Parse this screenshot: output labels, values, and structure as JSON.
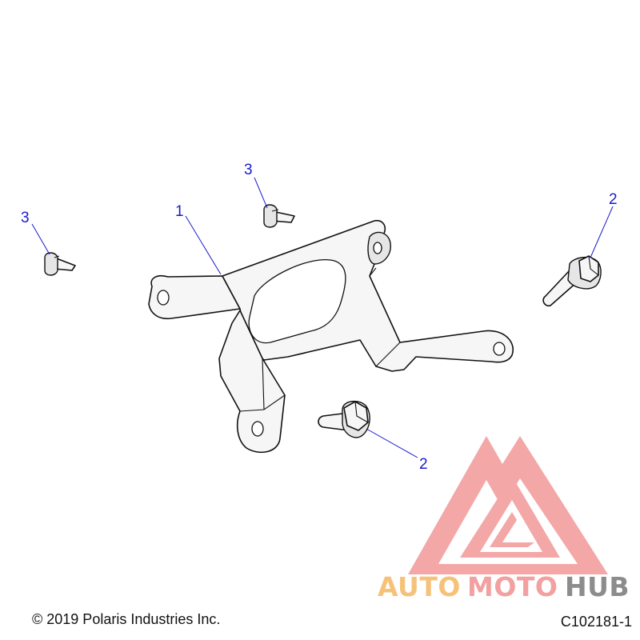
{
  "callouts": {
    "bracket": "1",
    "bolt_right": "2",
    "bolt_lower": "2",
    "screw_top": "3",
    "screw_left": "3"
  },
  "watermark": {
    "word_auto": "AUTO",
    "word_moto": "MOTO",
    "word_hub": "HUB",
    "colors": {
      "auto": "#f6c27a",
      "moto": "#f2a0a0",
      "hub": "#8c8c8c",
      "logo": "#f08080"
    }
  },
  "footer": {
    "copyright": "© 2019 Polaris Industries Inc.",
    "figure_id": "C102181-1"
  },
  "colors": {
    "callout": "#1a1acc",
    "line_art": "#111111"
  }
}
